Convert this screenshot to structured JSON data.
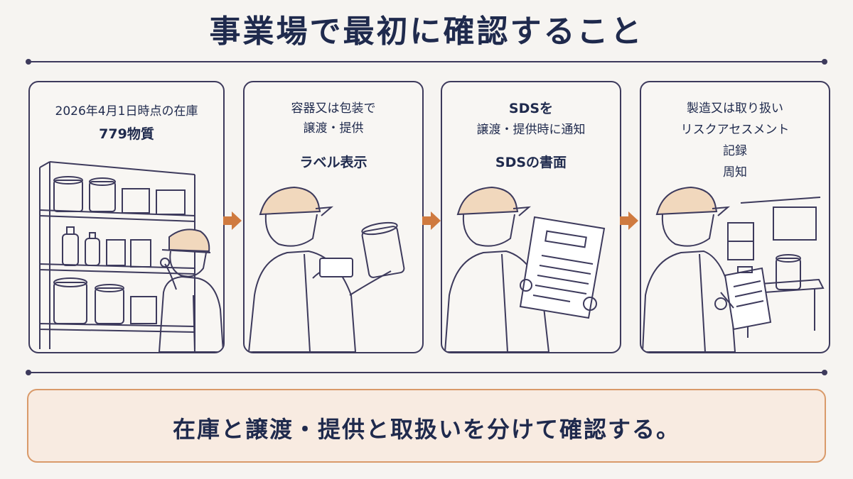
{
  "title": "事業場で最初に確認すること",
  "panels": [
    {
      "lines": [
        "2026年4月1日時点の在庫"
      ],
      "highlight": [
        "779物質"
      ]
    },
    {
      "lines": [
        "容器又は包装で",
        "譲渡・提供"
      ],
      "highlight": [
        "ラベル表示"
      ]
    },
    {
      "lines": [
        "SDSを",
        "譲渡・提供時に通知"
      ],
      "highlight": [
        "SDSの書面"
      ]
    },
    {
      "lines": [
        "製造又は取り扱い",
        "リスクアセスメント",
        "記録",
        "周知"
      ],
      "highlight": []
    }
  ],
  "summary": "在庫と譲渡・提供と取扱いを分けて確認する。",
  "colors": {
    "navy": "#1f2a4d",
    "outline": "#3d3a5c",
    "arrow": "#cf7a3f",
    "cap": "#f1d8bd",
    "summary_bg": "#f8ebe1",
    "summary_border": "#d99a6a"
  },
  "icons": [
    "arrow-right-icon",
    "arrow-right-icon",
    "arrow-right-icon"
  ]
}
